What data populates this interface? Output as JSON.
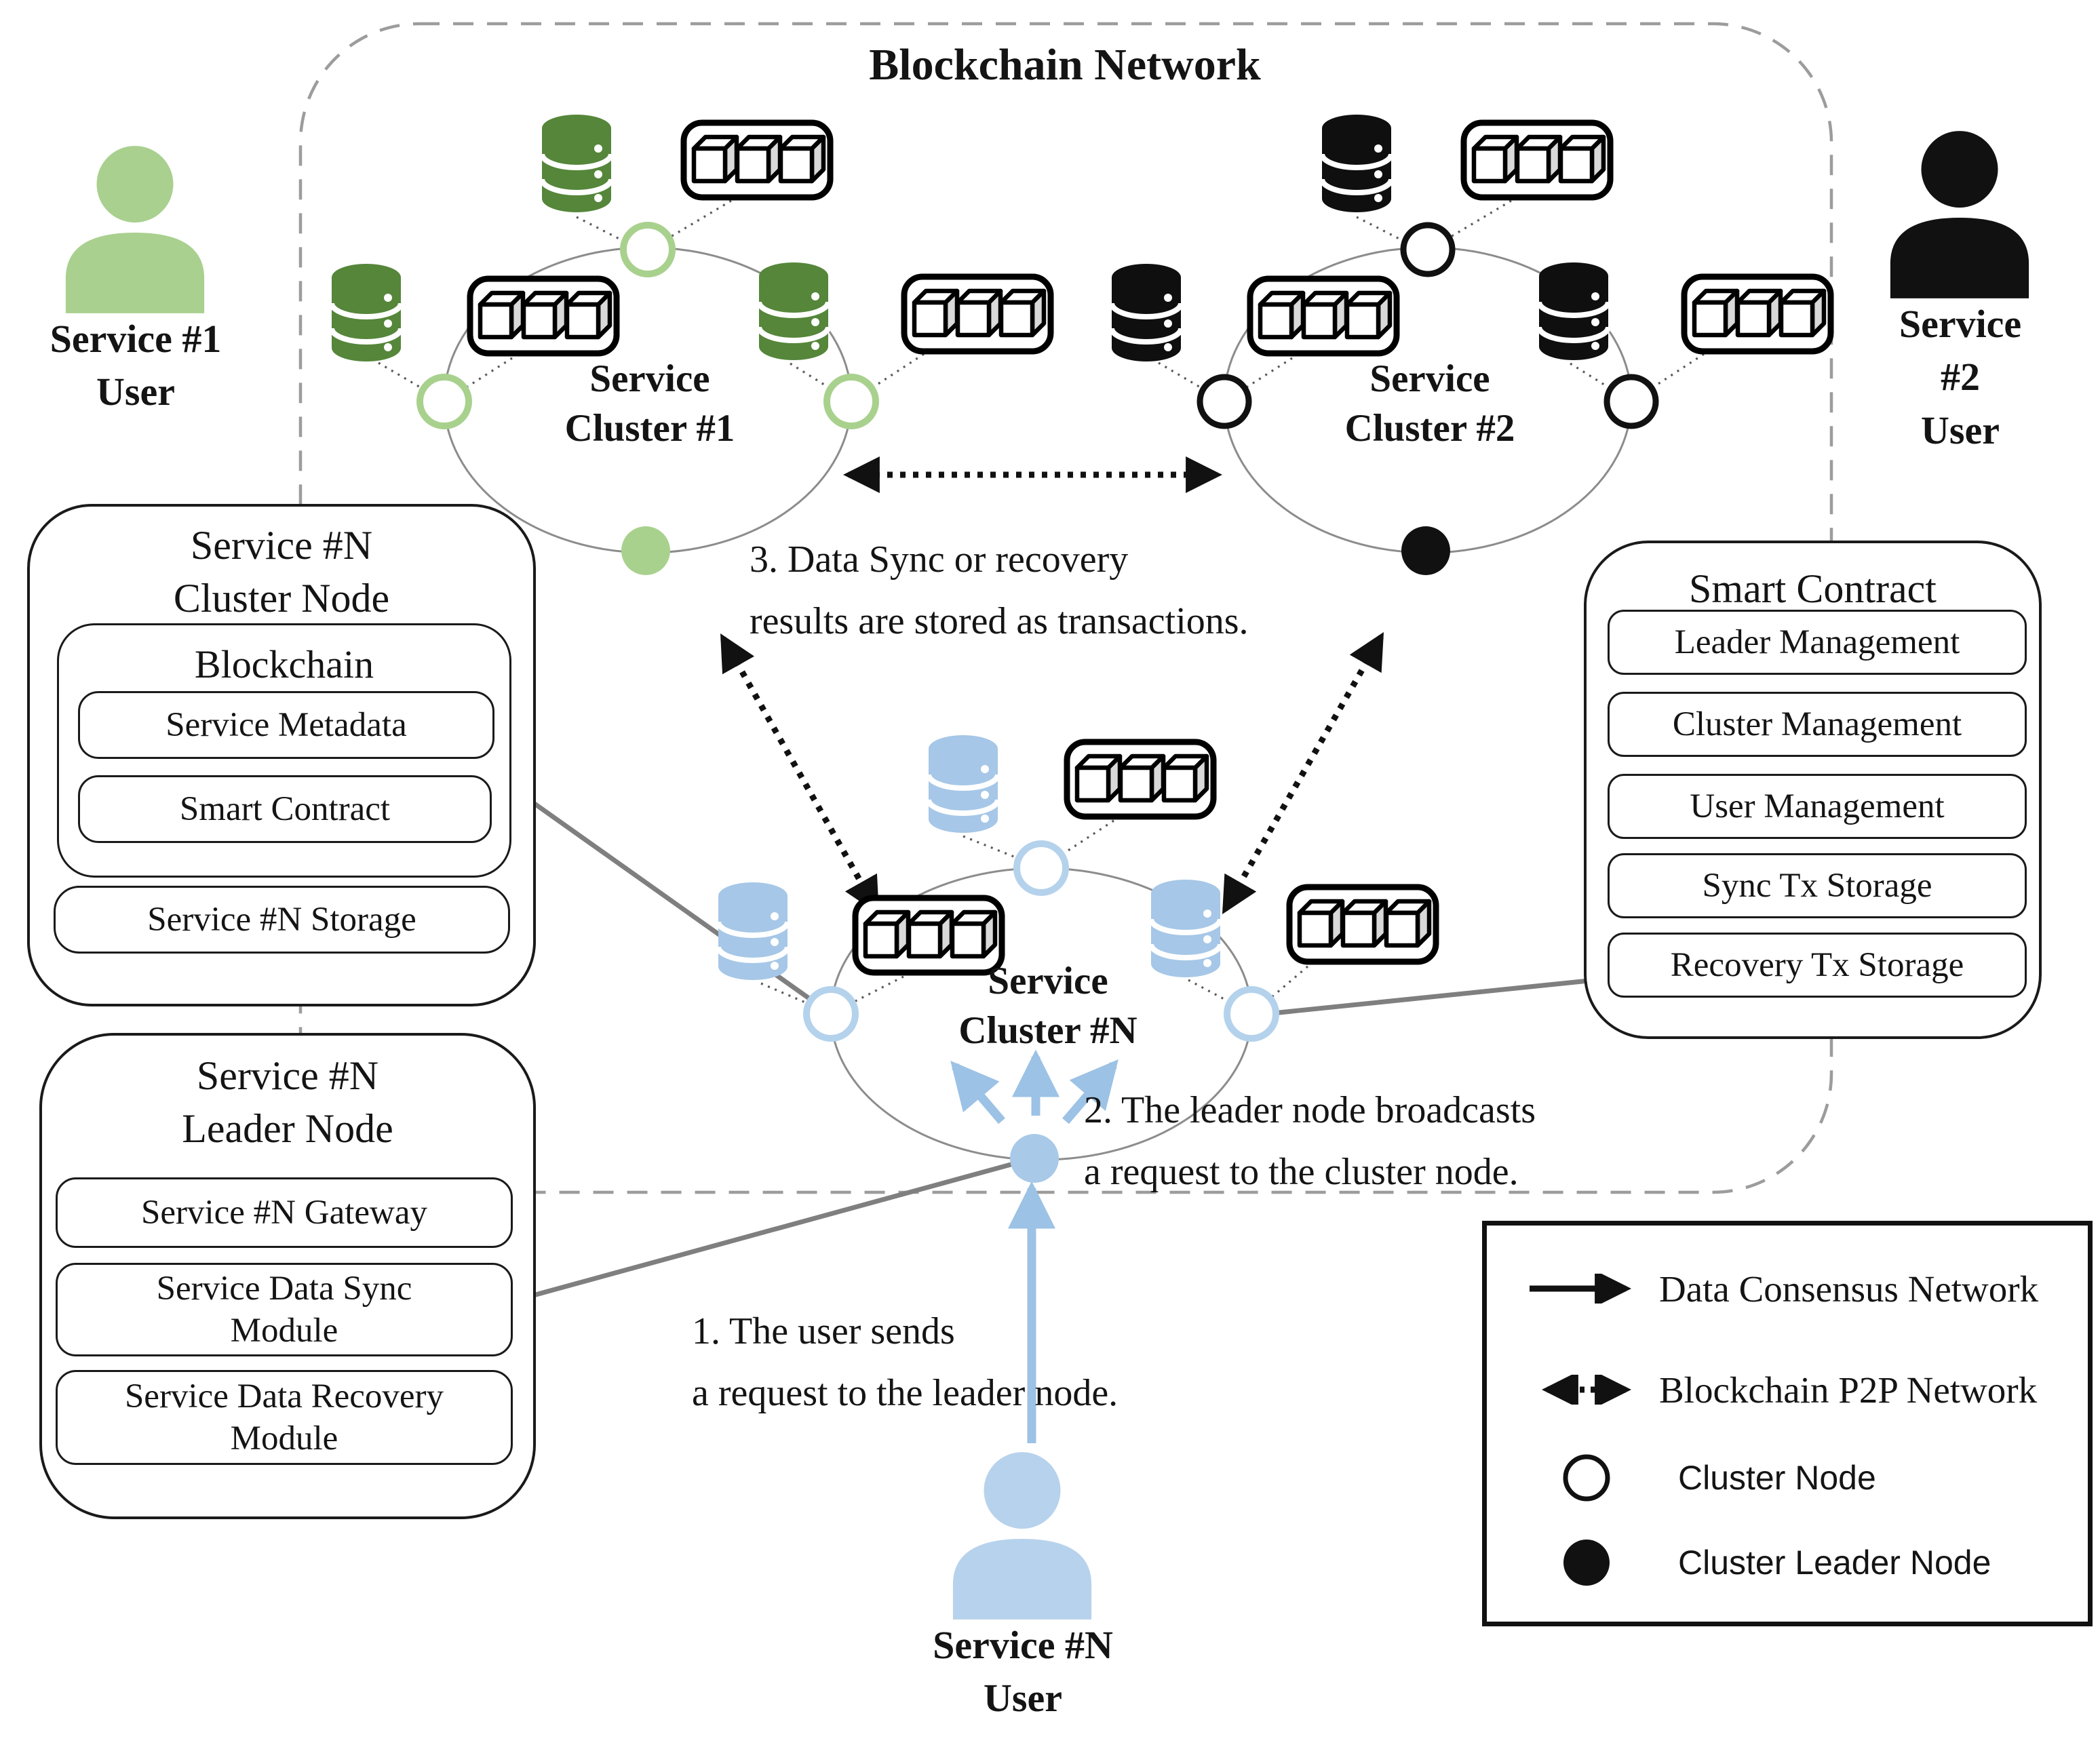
{
  "title": "Blockchain Network",
  "users": {
    "user1": {
      "label": "Service #1\nUser"
    },
    "user2": {
      "label": "Service #2\nUser"
    },
    "userN": {
      "label": "Service #N\nUser"
    }
  },
  "clusters": {
    "c1": {
      "label": "Service\nCluster #1"
    },
    "c2": {
      "label": "Service\nCluster #2"
    },
    "cN": {
      "label": "Service\nCluster #N"
    }
  },
  "cluster_node_box": {
    "title": "Service #N\nCluster Node",
    "blockchain_title": "Blockchain",
    "items": {
      "metadata": "Service Metadata",
      "smart_contract": "Smart Contract",
      "storage": "Service #N Storage"
    }
  },
  "leader_node_box": {
    "title": "Service #N\nLeader Node",
    "items": {
      "gateway": "Service #N Gateway",
      "sync": "Service Data Sync\nModule",
      "recovery": "Service Data Recovery\nModule"
    }
  },
  "smart_contract_box": {
    "title": "Smart Contract",
    "items": [
      "Leader Management",
      "Cluster Management",
      "User Management",
      "Sync Tx Storage",
      "Recovery Tx Storage"
    ]
  },
  "notes": {
    "note1": "1. The user sends\na request to the leader node.",
    "note2": "2. The leader node broadcasts\na request to the cluster node.",
    "note3": "3. Data Sync or recovery\nresults are stored as transactions."
  },
  "legend": {
    "data_consensus": "Data Consensus Network",
    "p2p": "Blockchain P2P Network",
    "cluster_node": "Cluster Node",
    "cluster_leader": "Cluster Leader Node"
  },
  "colors": {
    "green_ring": "#a9d18e",
    "green_db": "#55863a",
    "black": "#111111",
    "blue_fill": "#b7d2ec",
    "blue_db": "#a6c7e7",
    "blue_arrow": "#9cc2e5"
  }
}
